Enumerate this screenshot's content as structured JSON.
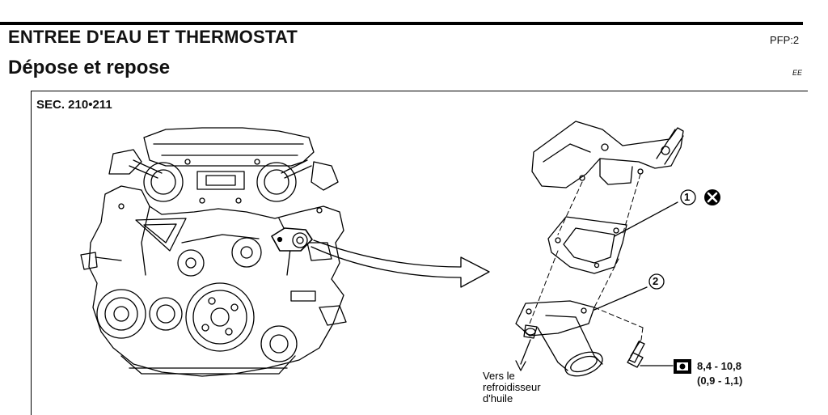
{
  "header": {
    "title": "ENTREE D'EAU ET THERMOSTAT",
    "code": "PFP:2",
    "subtitle": "Dépose et repose",
    "small_code": "EE"
  },
  "figure": {
    "section": "SEC. 210•211",
    "callout_1": "1",
    "callout_2": "2",
    "oil_cooler_note": [
      "Vers le",
      "refroidisseur",
      "d'huile"
    ],
    "torque_nm": "8,4 - 10,8",
    "torque_kgm": "(0,9 - 1,1)",
    "icons": [
      "replace-part-icon",
      "torque-wrench-icon"
    ]
  }
}
